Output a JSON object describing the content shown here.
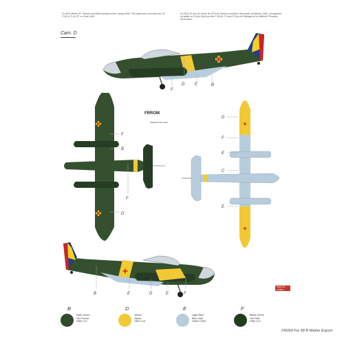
{
  "captions": {
    "left": "Fw 58 B Weihe (Fl. Plyesti Leuchtfeld training school, spring 1944. This plane was shot down by US P-38 of 71 th FS, on June 1944.",
    "right": "Fw 58 B 25 noir de l'école de POV de Plyesti Leuchtfeld, Roumanie, printemps 1944. Cet appareil fut abattu le 10 juin 1944 par des P-38 du 71 ème FS lors de l'attaque de la raffinerie \"Romano Americana\"."
  },
  "camo_label": "Cam. D",
  "logo": {
    "mark": "FRROM",
    "url": "www.frrom.com"
  },
  "badge": "SPECIAL HOBBY",
  "callouts": {
    "side_top": [
      "D",
      "E",
      "F",
      "B"
    ],
    "plan_top": [
      "F",
      "B",
      "F",
      "D"
    ],
    "plan_bottom": [
      "D",
      "F",
      "C",
      "E",
      "E"
    ],
    "side_bottom": [
      "B",
      "E",
      "D",
      "E",
      "F"
    ]
  },
  "legend": [
    {
      "letter": "B",
      "lines": [
        "Dark Green",
        "Vert Foncé",
        "H65/ C17"
      ],
      "color": "#2f4a2c"
    },
    {
      "letter": "D",
      "lines": [
        "Yellow",
        "Jaune",
        "H53/ C13"
      ],
      "color": "#f2c935"
    },
    {
      "letter": "E",
      "lines": [
        "Light Blue",
        "Bleu Clair",
        "H302/ C302"
      ],
      "color": "#b7cddd"
    },
    {
      "letter": "F",
      "lines": [
        "Black Green",
        "Vert Noir",
        "H65/ C17"
      ],
      "color": "#243a22"
    }
  ],
  "footer": "FR009 Fw 58 B Weihe Export",
  "colors": {
    "dark_green": "#34502e",
    "black_green": "#263d24",
    "yellow": "#f2c935",
    "light_blue": "#b7cddd",
    "roundel_blue": "#1f3f8e",
    "roundel_yellow": "#f4d21f",
    "roundel_red": "#c8262b"
  }
}
